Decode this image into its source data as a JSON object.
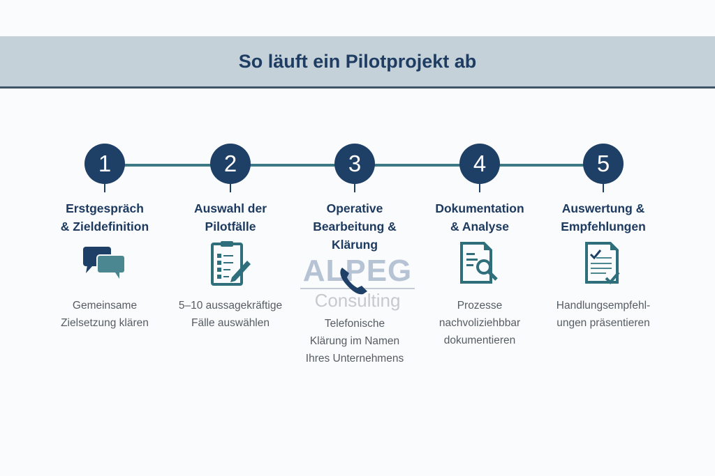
{
  "header": {
    "title": "So läuft ein Pilotprojekt ab"
  },
  "watermark": {
    "line1": "ALPEG",
    "line2": "Consulting"
  },
  "colors": {
    "primary": "#1e3f66",
    "teal": "#3d7a86",
    "banner": "#c4d1d9"
  },
  "steps": [
    {
      "number": "1",
      "title1": "Erstgespräch",
      "title2": "& Zieldefinition",
      "title3": "",
      "icon": "chat-bubbles-icon",
      "desc1": "Gemeinsame",
      "desc2": "Zielsetzung klären",
      "desc3": ""
    },
    {
      "number": "2",
      "title1": "Auswahl der",
      "title2": "Pilotfälle",
      "title3": "",
      "icon": "clipboard-checklist-icon",
      "desc1": "5–10 aussagekräftige",
      "desc2": "Fälle auswählen",
      "desc3": ""
    },
    {
      "number": "3",
      "title1": "Operative",
      "title2": "Bearbeitung &",
      "title3": "Klärung",
      "icon": "phone-icon",
      "desc1": "Telefonische",
      "desc2": "Klärung im Namen",
      "desc3": "Ihres Unternehmens"
    },
    {
      "number": "4",
      "title1": "Dokumentation",
      "title2": "& Analyse",
      "title3": "",
      "icon": "document-search-icon",
      "desc1": "Prozesse",
      "desc2": "nachvoliziehbbar",
      "desc3": "dokumentieren"
    },
    {
      "number": "5",
      "title1": "Auswertung &",
      "title2": "Empfehlungen",
      "title3": "",
      "icon": "document-check-icon",
      "desc1": "Handlungsempfehl-",
      "desc2": "ungen präsentieren",
      "desc3": ""
    }
  ]
}
